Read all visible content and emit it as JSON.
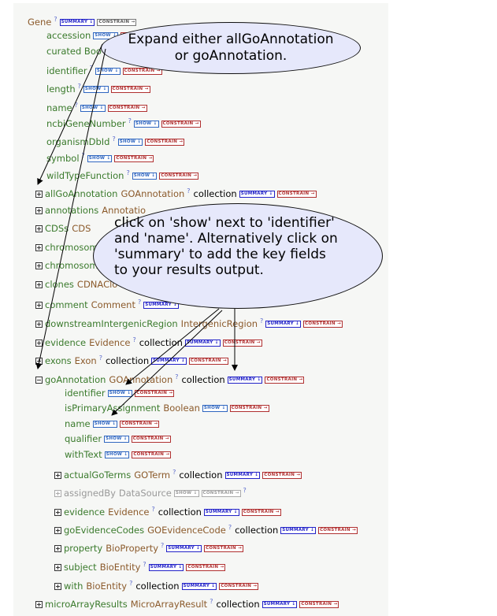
{
  "tree": {
    "root": {
      "name": "Gene",
      "summary": "SUMMARY ↓",
      "constrain": "CONSTRAIN →"
    },
    "gene_fields": [
      {
        "name": "accession",
        "show": "SHOW ↓",
        "constrain": "CONSTRAIN →"
      },
      {
        "name": "curated Boo",
        "show": "",
        "constrain": ""
      },
      {
        "name": "identifier",
        "show": "SHOW ↓",
        "constrain": "CONSTRAIN →"
      },
      {
        "name": "length",
        "show": "SHOW ↓",
        "constrain": "CONSTRAIN →"
      },
      {
        "name": "name",
        "show": "SHOW ↓",
        "constrain": "CONSTRAIN →"
      },
      {
        "name": "ncbiGeneNumber",
        "show": "SHOW ↓",
        "constrain": "CONSTRAIN →"
      },
      {
        "name": "organismDbId",
        "show": "SHOW ↓",
        "constrain": "CONSTRAIN →"
      },
      {
        "name": "symbol",
        "show": "SHOW ↓",
        "constrain": "CONSTRAIN →"
      },
      {
        "name": "wildTypeFunction",
        "show": "SHOW ↓",
        "constrain": "CONSTRAIN →"
      }
    ],
    "gene_refs": [
      {
        "name": "allGoAnnotation",
        "type": "GOAnnotation",
        "coll": "collection",
        "summary": "SUMMARY ↓",
        "constrain": "CONSTRAIN →"
      },
      {
        "name": "annotations",
        "type": "Annotatio",
        "coll": "",
        "summary": "",
        "constrain": ""
      },
      {
        "name": "CDSs",
        "type": "CDS",
        "coll": "",
        "summary": "",
        "constrain": ""
      },
      {
        "name": "chromosom",
        "type": "",
        "coll": "",
        "summary": "",
        "constrain": ""
      },
      {
        "name": "chromosome",
        "type": "",
        "coll": "",
        "summary": "",
        "constrain": ""
      },
      {
        "name": "clones",
        "type": "CDNAClo",
        "coll": "",
        "summary": "",
        "constrain": ""
      },
      {
        "name": "comment",
        "type": "Comment",
        "coll": "",
        "summary": "SUMMARY ↓",
        "constrain": ""
      },
      {
        "name": "downstreamIntergenicRegion",
        "type": "IntergenicRegion",
        "coll": "",
        "summary": "SUMMARY ↓",
        "constrain": "CONSTRAIN →"
      },
      {
        "name": "evidence",
        "type": "Evidence",
        "coll": "collection",
        "summary": "SUMMARY ↓",
        "constrain": "CONSTRAIN →"
      },
      {
        "name": "exons",
        "type": "Exon",
        "coll": "collection",
        "summary": "SUMMARY ↓",
        "constrain": "CONSTRAIN →"
      }
    ],
    "go_annotation": {
      "name": "goAnnotation",
      "type": "GOAnnotation",
      "coll": "collection",
      "summary": "SUMMARY ↓",
      "constrain": "CONSTRAIN →"
    },
    "go_fields": [
      {
        "name": "identifier",
        "type": "",
        "show": "SHOW ↓",
        "constrain": "CONSTRAIN →"
      },
      {
        "name": "isPrimaryAssignment",
        "type": "Boolean",
        "show": "SHOW ↓",
        "constrain": "CONSTRAIN →"
      },
      {
        "name": "name",
        "type": "",
        "show": "SHOW ↓",
        "constrain": "CONSTRAIN →"
      },
      {
        "name": "qualifier",
        "type": "",
        "show": "SHOW ↓",
        "constrain": "CONSTRAIN →"
      },
      {
        "name": "withText",
        "type": "",
        "show": "SHOW ↓",
        "constrain": "CONSTRAIN →"
      }
    ],
    "go_refs": [
      {
        "name": "actualGoTerms",
        "type": "GOTerm",
        "coll": "collection",
        "summary": "SUMMARY ↓",
        "constrain": "CONSTRAIN →",
        "disabled": false
      },
      {
        "name": "assignedBy",
        "type": "DataSource",
        "coll": "",
        "summary": "SHOW ↓",
        "constrain": "CONSTRAIN →",
        "disabled": true
      },
      {
        "name": "evidence",
        "type": "Evidence",
        "coll": "collection",
        "summary": "SUMMARY ↓",
        "constrain": "CONSTRAIN →",
        "disabled": false
      },
      {
        "name": "goEvidenceCodes",
        "type": "GOEvidenceCode",
        "coll": "collection",
        "summary": "SUMMARY ↓",
        "constrain": "CONSTRAIN →",
        "disabled": false
      },
      {
        "name": "property",
        "type": "BioProperty",
        "coll": "",
        "summary": "SUMMARY ↓",
        "constrain": "CONSTRAIN →",
        "disabled": false
      },
      {
        "name": "subject",
        "type": "BioEntity",
        "coll": "",
        "summary": "SUMMARY ↓",
        "constrain": "CONSTRAIN →",
        "disabled": false
      },
      {
        "name": "with",
        "type": "BioEntity",
        "coll": "collection",
        "summary": "SUMMARY ↓",
        "constrain": "CONSTRAIN →",
        "disabled": false
      }
    ],
    "last_ref": {
      "name": "microArrayResults",
      "type": "MicroArrayResult",
      "coll": "collection",
      "summary": "SUMMARY ↓",
      "constrain": "CONSTRAIN →"
    }
  },
  "callouts": {
    "top_line1": "Expand either allGoAnnotation",
    "top_line2": "or goAnnotation.",
    "mid_line1": "click on 'show' next to 'identifier'",
    "mid_line2": "and 'name'.  Alternatively click on",
    "mid_line3": "'summary' to add the key fields",
    "mid_line4": "to your results output."
  },
  "help_symbol": "?"
}
